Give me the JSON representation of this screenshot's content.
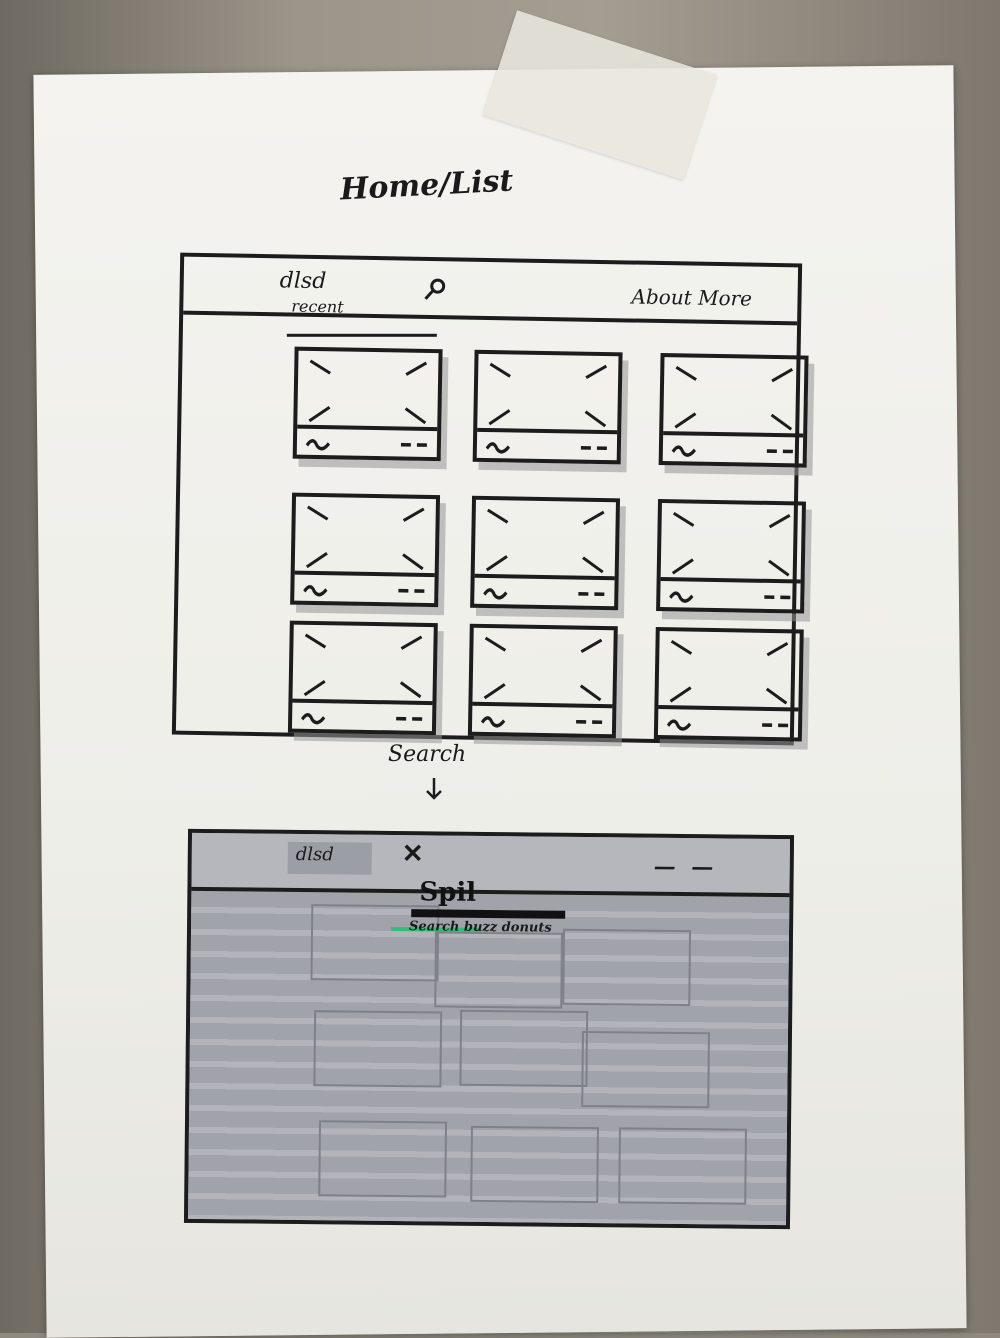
{
  "page_title": "Home/List",
  "home_wireframe": {
    "logo": "dlsd",
    "search_icon": "search-icon",
    "nav_links": "About More",
    "section_label": "recent",
    "card_count": 9,
    "card_icon": "image-placeholder-icon"
  },
  "transition_label": "Search",
  "search_wireframe": {
    "logo": "dlsd",
    "close_icon": "close-icon",
    "nav_dashes": "— —",
    "search_value": "Spil",
    "search_hint": "Search buzz donuts",
    "highlight_color": "#2fbf7a",
    "overlay_color": "#a9abb3"
  }
}
